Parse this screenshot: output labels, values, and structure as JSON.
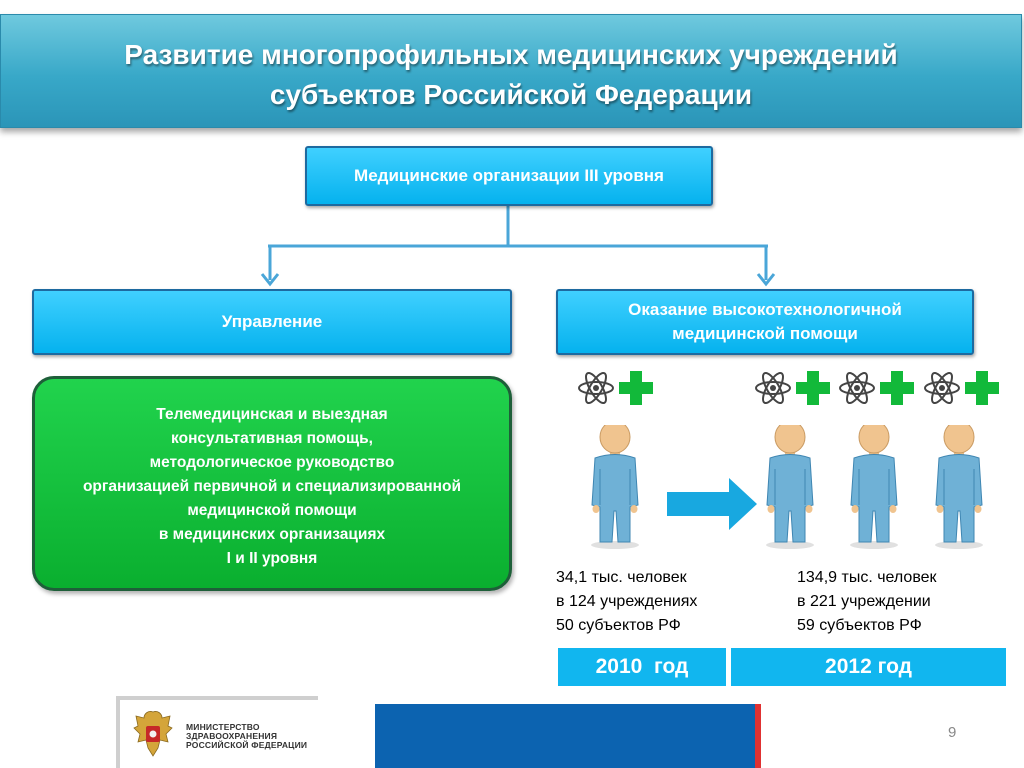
{
  "title": {
    "line1": "Развитие многопрофильных медицинских учреждений",
    "line2": "субъектов Российской Федерации"
  },
  "top_box": "Медицинские организации III уровня",
  "left_box": "Управление",
  "right_box": {
    "line1": "Оказание высокотехнологичной",
    "line2": "медицинской помощи"
  },
  "green_box": {
    "lines": [
      "Телемедицинская и выездная",
      "консультативная помощь,",
      "методологическое руководство",
      "организацией первичной и специализированной",
      "медицинской помощи",
      "в медицинских организациях",
      "I и II уровня"
    ]
  },
  "stats_2010": [
    "34,1 тыс. человек",
    "в 124 учреждениях",
    "50 субъектов РФ"
  ],
  "stats_2012": [
    "134,9 тыс. человек",
    "в 221 учреждении",
    "59 субъектов РФ"
  ],
  "years": [
    "2010  год",
    "2012 год"
  ],
  "logo": {
    "line1": "МИНИСТЕРСТВО",
    "line2": "ЗДРАВООХРАНЕНИЯ",
    "line3": "РОССИЙСКОЙ ФЕДЕРАЦИИ"
  },
  "page_number": "9",
  "colors": {
    "header": "#38a8c8",
    "box": "#0bb5ef",
    "green": "#14c23d",
    "person": "#6fb1d6",
    "cross": "#12b93a",
    "arrow": "#18a8e0",
    "footer": "#0c63b0"
  },
  "icons": [
    "atom-icon",
    "medical-cross-icon",
    "person-icon",
    "right-arrow-icon",
    "coat-of-arms-icon"
  ]
}
